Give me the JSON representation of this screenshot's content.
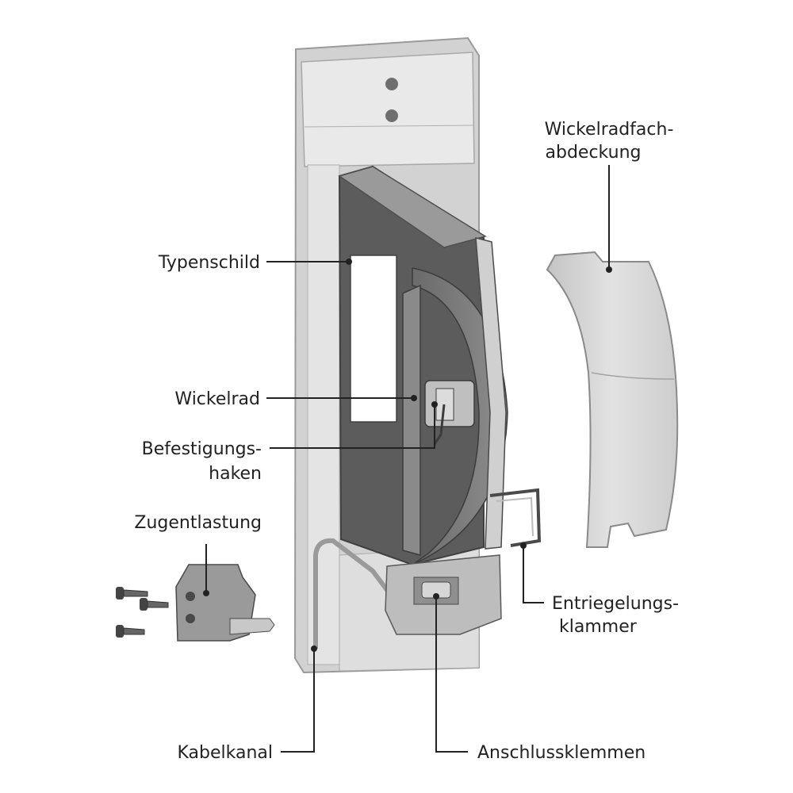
{
  "labels": {
    "cover_line1": "Wickelradfach-",
    "cover_line2": "abdeckung",
    "nameplate": "Typenschild",
    "winding_wheel": "Wickelrad",
    "hook_line1": "Befestigungs-",
    "hook_line2": "haken",
    "strain_relief": "Zugentlastung",
    "release_line1": "Entriegelungs-",
    "release_line2": "klammer",
    "cable_channel": "Kabelkanal",
    "terminals": "Anschlussklemmen"
  },
  "colors": {
    "housing_light": "#e6e6e6",
    "housing_mid": "#cfcfcf",
    "housing_dark": "#5a5a5a",
    "leader": "#222222"
  }
}
